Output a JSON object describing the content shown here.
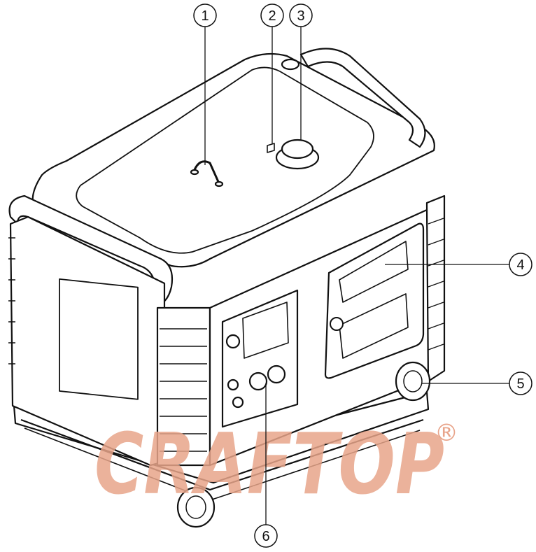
{
  "callouts": [
    {
      "label": "1"
    },
    {
      "label": "2"
    },
    {
      "label": "3"
    },
    {
      "label": "4"
    },
    {
      "label": "5"
    },
    {
      "label": "6"
    }
  ],
  "watermark": {
    "text": "CRAFTOP",
    "mark": "®",
    "color": "#e8a48a"
  },
  "colors": {
    "line": "#111111",
    "body": "#ffffff"
  }
}
